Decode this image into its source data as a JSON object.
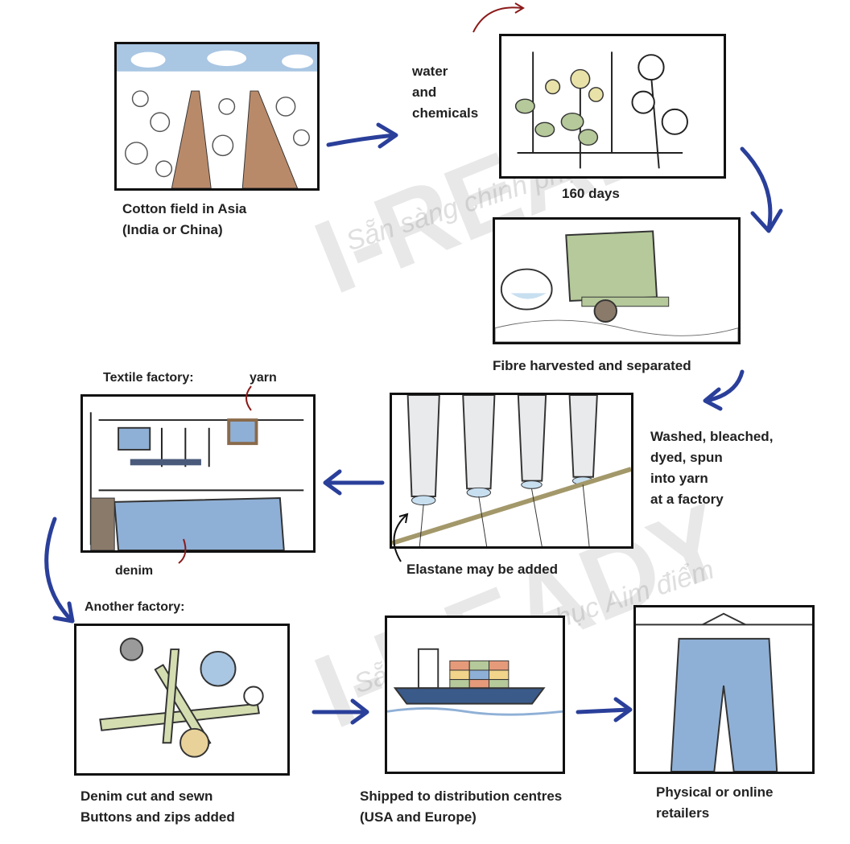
{
  "steps": [
    {
      "caption": [
        "Cotton field in Asia",
        "(India or China)"
      ]
    },
    {
      "caption": [
        "160 days"
      ],
      "input_label": [
        "water",
        "and",
        "chemicals"
      ]
    },
    {
      "caption": [
        "Fibre harvested and separated"
      ]
    },
    {
      "caption": [
        "Washed, bleached,",
        "dyed, spun",
        "into yarn",
        "at a factory"
      ],
      "note": "Elastane may be added"
    },
    {
      "heading": "Textile factory:",
      "labels": {
        "yarn": "yarn",
        "denim": "denim"
      }
    },
    {
      "heading": "Another factory:",
      "caption": [
        "Denim cut and sewn",
        "Buttons and zips added"
      ]
    },
    {
      "caption": [
        "Shipped to distribution centres",
        "(USA and Europe)"
      ]
    },
    {
      "caption": [
        "Physical or online",
        "retailers"
      ]
    }
  ],
  "watermark": {
    "brand": "I-READY",
    "slogan": "Sẵn sàng chinh phục Aim điểm"
  },
  "colors": {
    "arrow": "#2a3f9a",
    "accent_arrow": "#8b1a1a",
    "denim": "#8fb0d6",
    "plant_green": "#b5c99a"
  }
}
